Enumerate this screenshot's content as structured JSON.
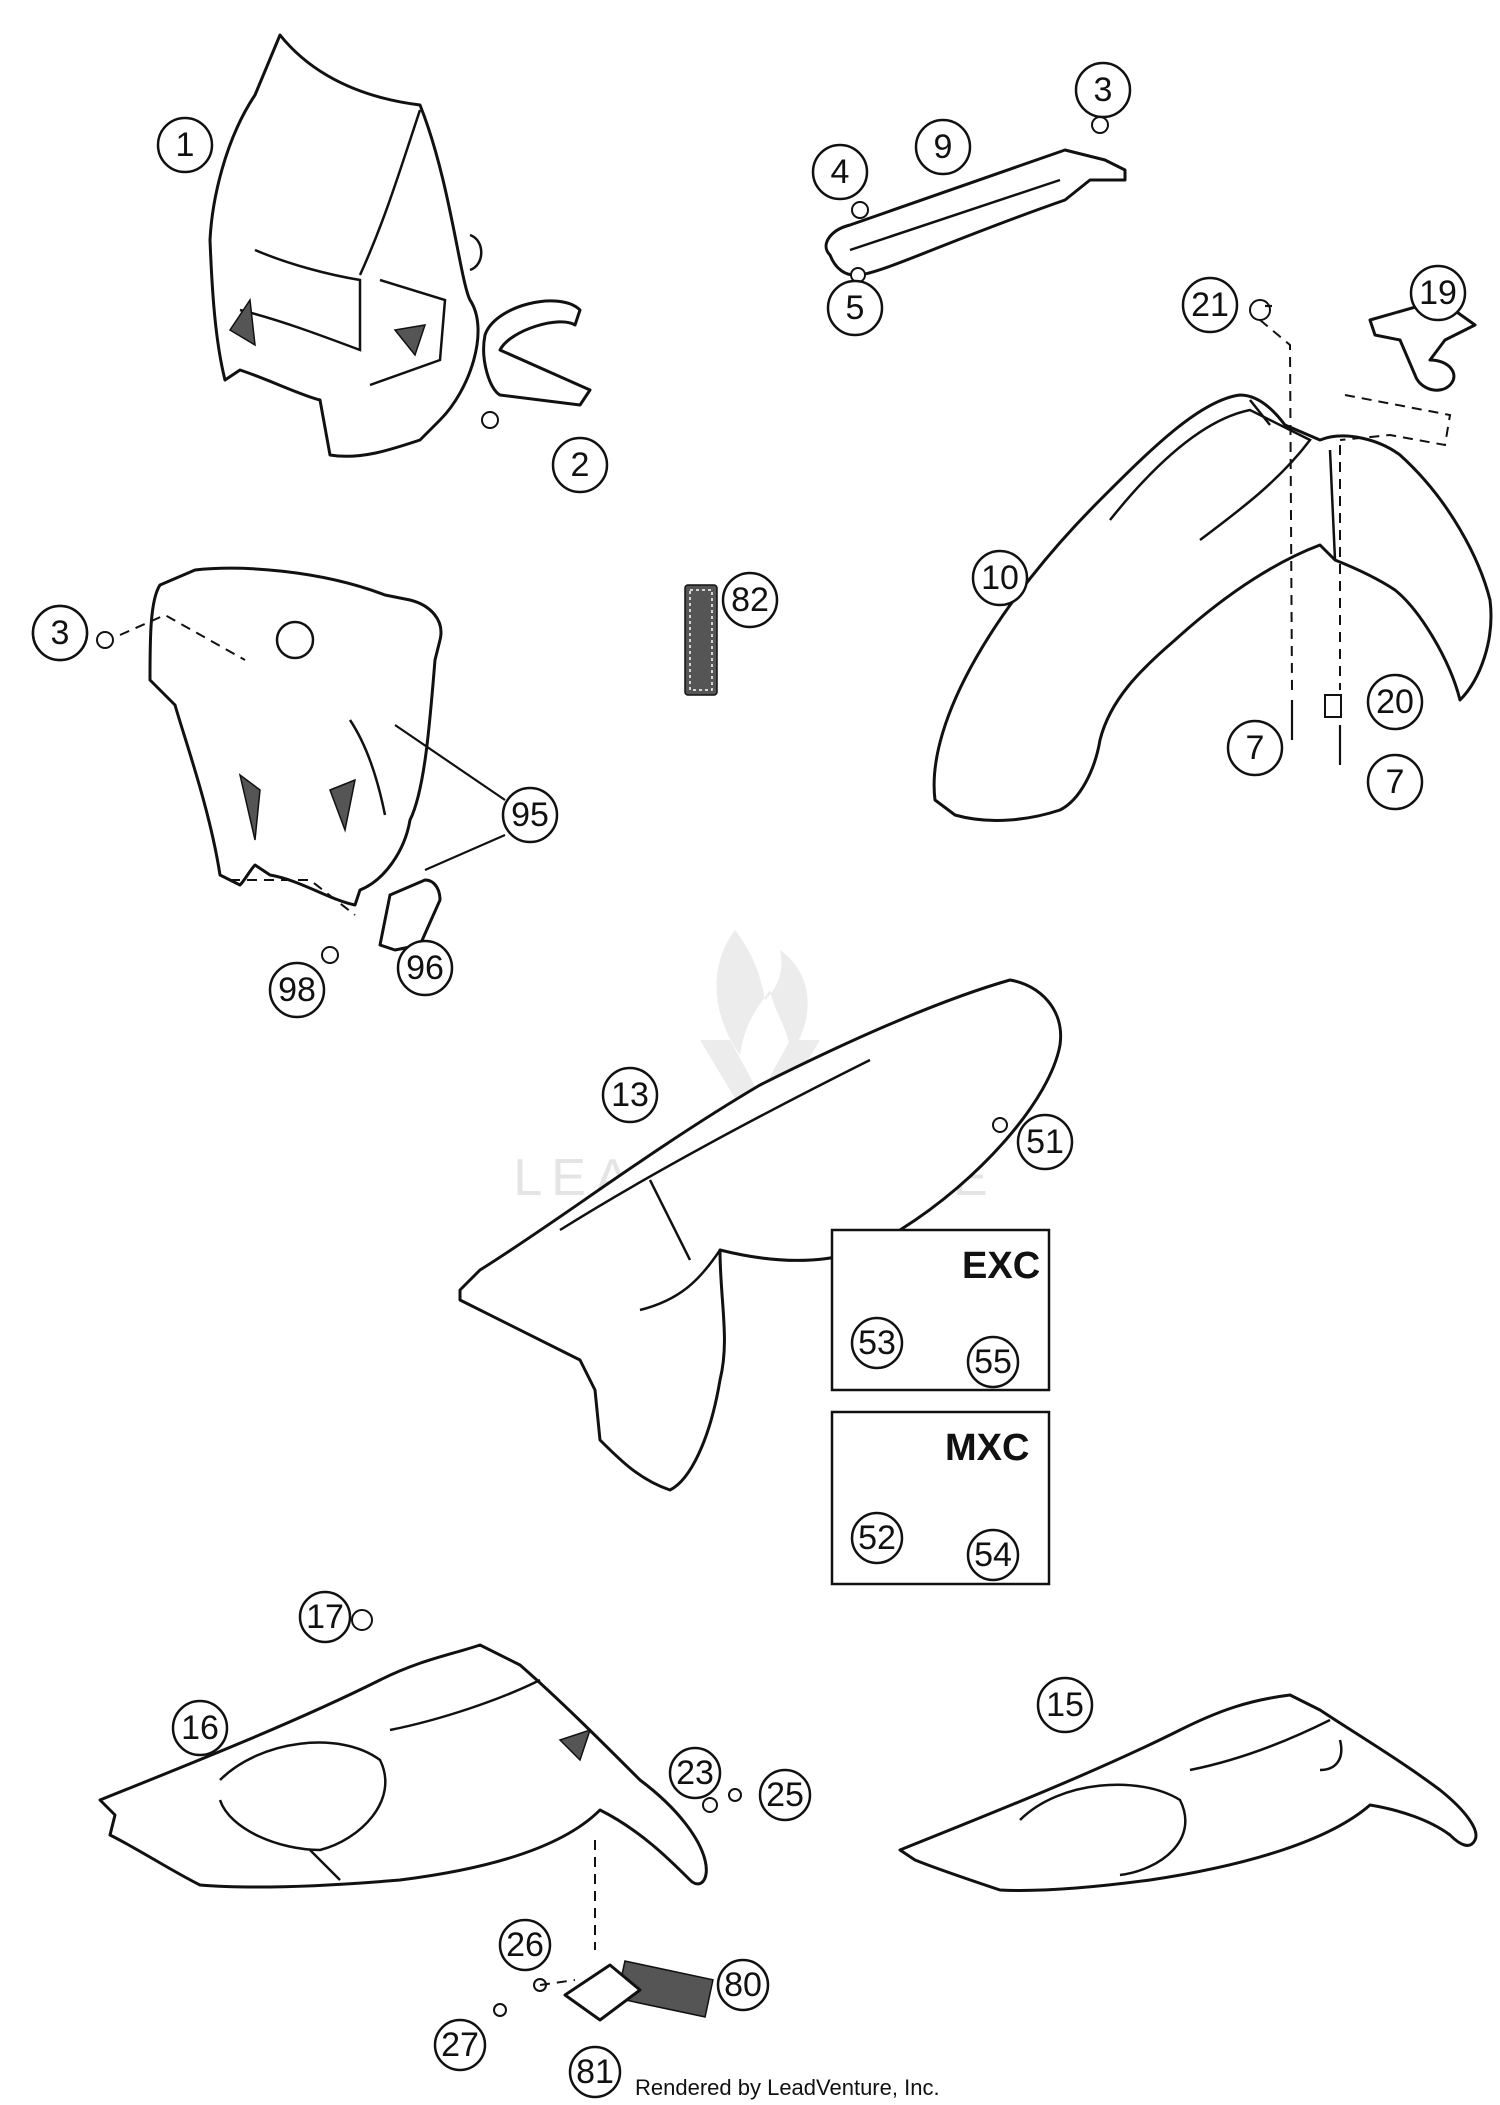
{
  "callouts": [
    {
      "label": "1"
    },
    {
      "label": "2"
    },
    {
      "label": "3"
    },
    {
      "label": "4"
    },
    {
      "label": "9"
    },
    {
      "label": "3"
    },
    {
      "label": "5"
    },
    {
      "label": "21"
    },
    {
      "label": "19"
    },
    {
      "label": "10"
    },
    {
      "label": "82"
    },
    {
      "label": "3"
    },
    {
      "label": "95"
    },
    {
      "label": "98"
    },
    {
      "label": "96"
    },
    {
      "label": "20"
    },
    {
      "label": "7"
    },
    {
      "label": "7"
    },
    {
      "label": "13"
    },
    {
      "label": "51"
    },
    {
      "label": "53"
    },
    {
      "label": "55"
    },
    {
      "label": "52"
    },
    {
      "label": "54"
    },
    {
      "label": "17"
    },
    {
      "label": "16"
    },
    {
      "label": "15"
    },
    {
      "label": "23"
    },
    {
      "label": "25"
    },
    {
      "label": "26"
    },
    {
      "label": "80"
    },
    {
      "label": "27"
    },
    {
      "label": "81"
    }
  ],
  "boxes": {
    "exc": "EXC",
    "mxc": "MXC"
  },
  "watermark": "LEADVENTURE",
  "footer": "Rendered by LeadVenture, Inc."
}
